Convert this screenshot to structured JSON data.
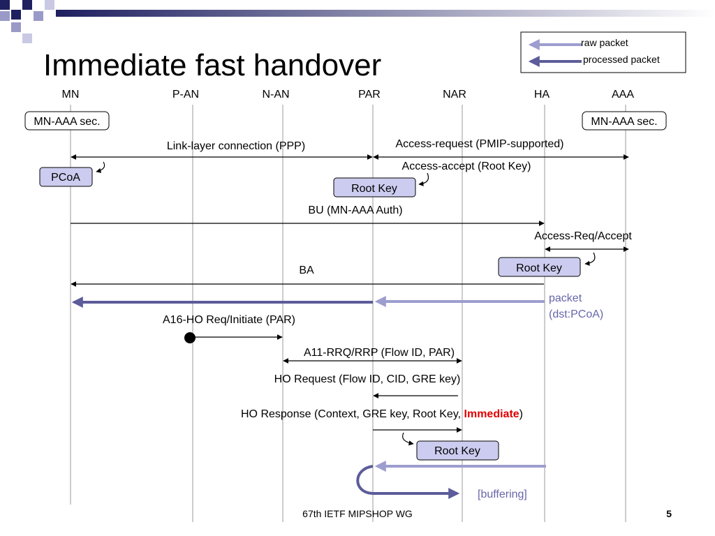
{
  "slide": {
    "title": "Immediate fast handover",
    "footer": "67th IETF MIPSHOP WG",
    "page_number": "5"
  },
  "legend": {
    "raw": "raw packet",
    "processed": "processed packet"
  },
  "colors": {
    "navy": "#1f2060",
    "raw_packet": "#9d9dcf",
    "processed_packet": "#5c5c9a",
    "box_fill": "#ccccf0",
    "emphasis": "#e00000",
    "note_text": "#6666aa",
    "lifeline": "#9a9a9a"
  },
  "entities": [
    "MN",
    "P-AN",
    "N-AN",
    "PAR",
    "NAR",
    "HA",
    "AAA"
  ],
  "security_boxes": {
    "mn": "MN-AAA sec.",
    "aaa": "MN-AAA sec."
  },
  "boxes": {
    "pcoa": "PCoA",
    "root_key_par": "Root Key",
    "root_key_ha": "Root Key",
    "root_key_nar": "Root Key"
  },
  "messages": {
    "link_layer": "Link-layer connection (PPP)",
    "access_request": "Access-request (PMIP-supported)",
    "access_accept": "Access-accept (Root Key)",
    "bu": "BU (MN-AAA Auth)",
    "access_req_accept": "Access-Req/Accept",
    "ba": "BA",
    "a16": "A16-HO Req/Initiate (PAR)",
    "a11": "A11-RRQ/RRP (Flow ID, PAR)",
    "ho_request": "HO Request (Flow ID, CID, GRE key)",
    "ho_response_prefix": "HO Response (Context, GRE key, Root Key, ",
    "ho_response_emphasis": "Immediate",
    "ho_response_suffix": ")"
  },
  "notes": {
    "packet_line1": "packet",
    "packet_line2": "(dst:PCoA)",
    "buffering": "[buffering]"
  }
}
